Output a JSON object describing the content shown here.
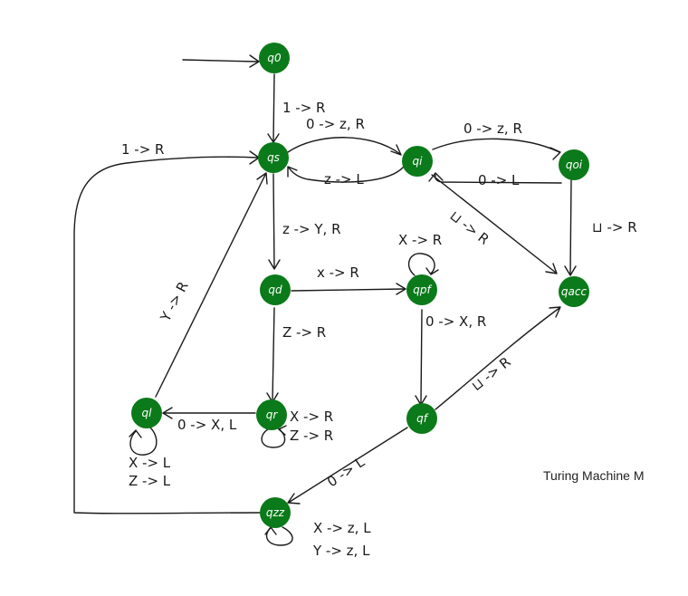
{
  "title": "Turing Machine M",
  "colors": {
    "node_fill": "#0b7a1a",
    "node_text": "#ffffff",
    "stroke": "#1a1a1a"
  },
  "states": {
    "q0": "q0",
    "qs": "qs",
    "qi": "qi",
    "qoi": "qoi",
    "qd": "qd",
    "qpf": "qpf",
    "qacc": "qacc",
    "qr": "qr",
    "ql": "ql",
    "qf": "qf",
    "qzz": "qzz"
  },
  "transitions": {
    "q0_qs": "1 -> R",
    "qzz_qs": "1 -> R",
    "qs_qi": "0 -> z, R",
    "qi_qs": "z -> L",
    "qi_qoi": "0 -> z, R",
    "qoi_qi": "0 -> L",
    "qi_qacc": "⊔ -> R",
    "qoi_qacc": "⊔ -> R",
    "qs_qd": "z -> Y, R",
    "qd_qpf": "x -> R",
    "qpf_loop": "X -> R",
    "qpf_qf": "0 -> X, R",
    "qd_qr": "Z -> R",
    "qr_loop_1": "X -> R",
    "qr_loop_2": "Z -> R",
    "qr_ql": "0 -> X, L",
    "ql_loop_1": "X -> L",
    "ql_loop_2": "Z -> L",
    "ql_qs": "Y -> R",
    "qf_qacc": "⊔ -> R",
    "qf_qzz": "0 -> L",
    "qzz_loop_1": "X -> z, L",
    "qzz_loop_2": "Y -> z, L"
  }
}
